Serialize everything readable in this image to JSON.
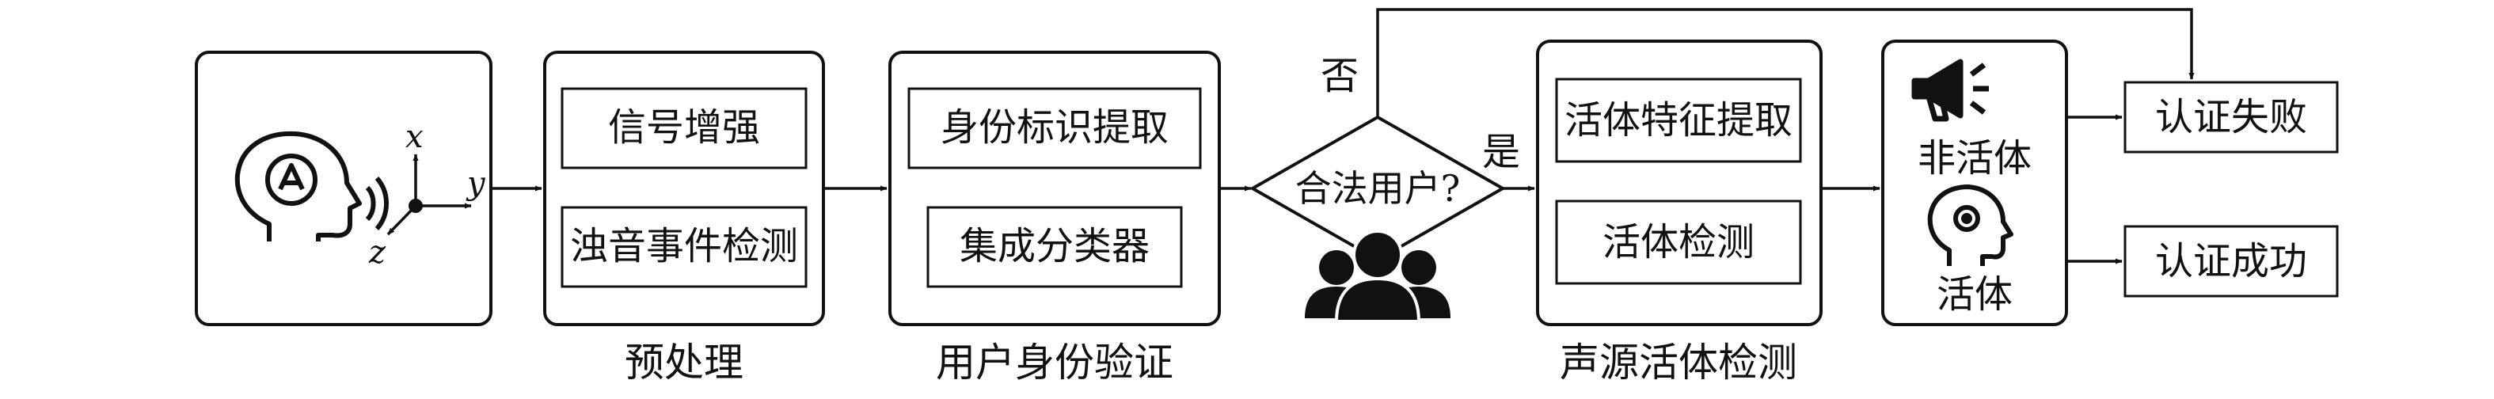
{
  "sections": {
    "preprocess": {
      "caption": "预处理",
      "items": [
        "信号增强",
        "浊音事件检测"
      ]
    },
    "identity": {
      "caption": "用户身份验证",
      "items": [
        "身份标识提取",
        "集成分类器"
      ]
    },
    "liveness": {
      "caption": "声源活体检测",
      "items": [
        "活体特征提取",
        "活体检测"
      ]
    }
  },
  "decision": {
    "label": "合法用户?",
    "no": "否",
    "yes": "是"
  },
  "axes": {
    "x": "x",
    "y": "y",
    "z": "z"
  },
  "result_panel": {
    "nonlive": "非活体",
    "live": "活体"
  },
  "outcomes": {
    "fail": "认证失败",
    "success": "认证成功"
  },
  "icons": {
    "input": "speaking-head-brain-icon",
    "users": "group-users-icon",
    "nonlive": "megaphone-icon",
    "live": "human-head-gear-icon"
  }
}
